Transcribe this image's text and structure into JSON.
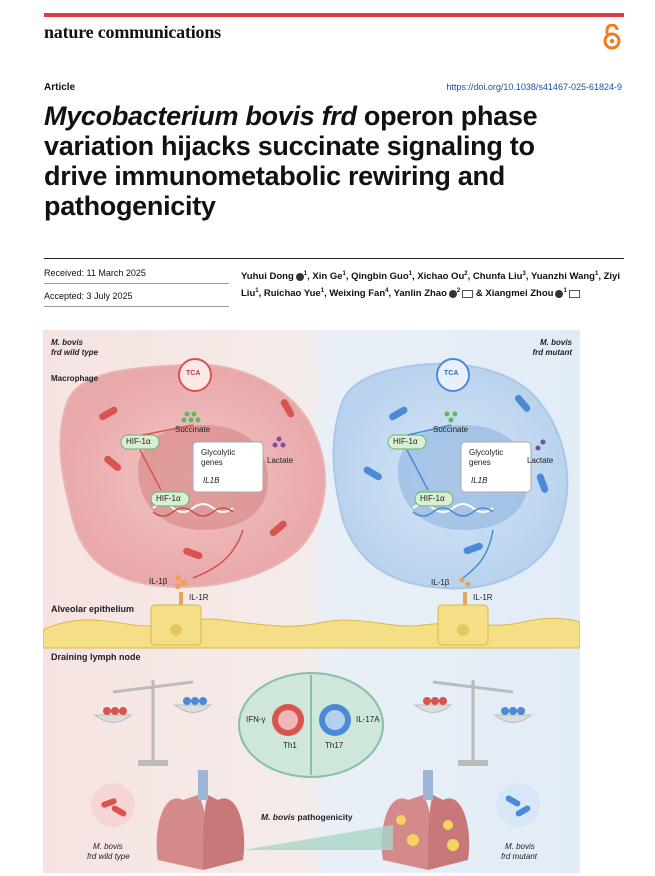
{
  "header": {
    "journal": "nature communications",
    "article_type": "Article",
    "doi": "https://doi.org/10.1038/s41467-025-61824-9"
  },
  "title": {
    "italic_part": "Mycobacterium bovis frd",
    "rest_line1": " operon phase",
    "line2": "variation hijacks succinate signaling to",
    "line3": "drive immunometabolic rewiring and",
    "line4": "pathogenicity"
  },
  "dates": {
    "received": "Received: 11 March 2025",
    "accepted": "Accepted: 3 July 2025"
  },
  "authors": [
    {
      "name": "Yuhui Dong",
      "sup": "1",
      "orcid": true,
      "sep": ", "
    },
    {
      "name": "Xin Ge",
      "sup": "1",
      "sep": ", "
    },
    {
      "name": "Qingbin Guo",
      "sup": "1",
      "sep": ", "
    },
    {
      "name": "Xichao Ou",
      "sup": "2",
      "sep": ", "
    },
    {
      "name": "Chunfa Liu",
      "sup": "3",
      "sep": ", "
    },
    {
      "name": "Yuanzhi Wang",
      "sup": "1",
      "sep": ", "
    },
    {
      "name": "Ziyi Liu",
      "sup": "1",
      "sep": ", "
    },
    {
      "name": "Ruichao Yue",
      "sup": "1",
      "sep": ", "
    },
    {
      "name": "Weixing Fan",
      "sup": "4",
      "sep": ", "
    },
    {
      "name": "Yanlin Zhao",
      "sup": "2",
      "orcid": true,
      "mail": true,
      "sep": " & "
    },
    {
      "name": "Xiangmei Zhou",
      "sup": "1",
      "orcid": true,
      "mail": true,
      "sep": ""
    }
  ],
  "figure": {
    "wt_label_line1": "M. bovis",
    "wt_label_line2": "frd wild type",
    "mut_label_line1": "M. bovis",
    "mut_label_line2": "frd mutant",
    "macrophage": "Macrophage",
    "tca": "TCA",
    "succinate": "Succinate",
    "hif": "HIF-1α",
    "glycolytic_line1": "Glycolytic",
    "glycolytic_line2": "genes",
    "il1b_gene": "IL1B",
    "lactate": "Lactate",
    "il1b": "IL-1β",
    "il1r": "IL-1R",
    "alveolar": "Alveolar epithelium",
    "lymph": "Draining lymph node",
    "ifng": "IFN-γ",
    "il17a": "IL-17A",
    "th1": "Th1",
    "th17": "Th17",
    "pathogenicity_italic": "M. bovis",
    "pathogenicity_rest": " pathogenicity",
    "colors": {
      "wt_bg": "#f6e6e4",
      "mut_bg": "#e6eef6",
      "accent_red": "#d9534f",
      "accent_blue": "#4a8ad6"
    }
  }
}
